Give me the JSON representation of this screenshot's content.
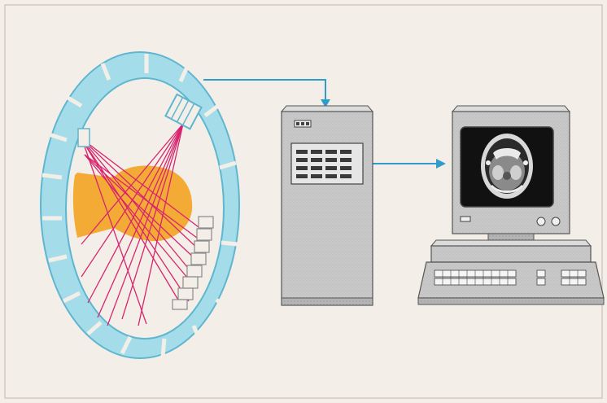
{
  "diagram": {
    "components": [
      {
        "id": "ct-gantry",
        "icon": "ct-scanner-ring-icon"
      },
      {
        "id": "patient",
        "icon": "head-cross-section-icon"
      },
      {
        "id": "xray-source",
        "icon": "xray-tube-icon"
      },
      {
        "id": "detector-array",
        "icon": "detector-array-icon"
      },
      {
        "id": "computer",
        "icon": "computer-tower-icon"
      },
      {
        "id": "display",
        "icon": "monitor-workstation-icon"
      },
      {
        "id": "ct-image",
        "icon": "brain-ct-slice-icon"
      }
    ],
    "flows": [
      {
        "from": "ct-gantry",
        "to": "computer"
      },
      {
        "from": "computer",
        "to": "display"
      }
    ]
  },
  "colors": {
    "background": "#f3efe8",
    "frame": "#cfc9bf",
    "ring": "#8fd3e3",
    "ring_stroke": "#5fb6cf",
    "arrow": "#2f9cc9",
    "beam": "#d8246e",
    "patient": "#f2a72b",
    "device_gray": "#c9c9c9",
    "device_dark": "#3a3a3a",
    "screen": "#111111"
  }
}
